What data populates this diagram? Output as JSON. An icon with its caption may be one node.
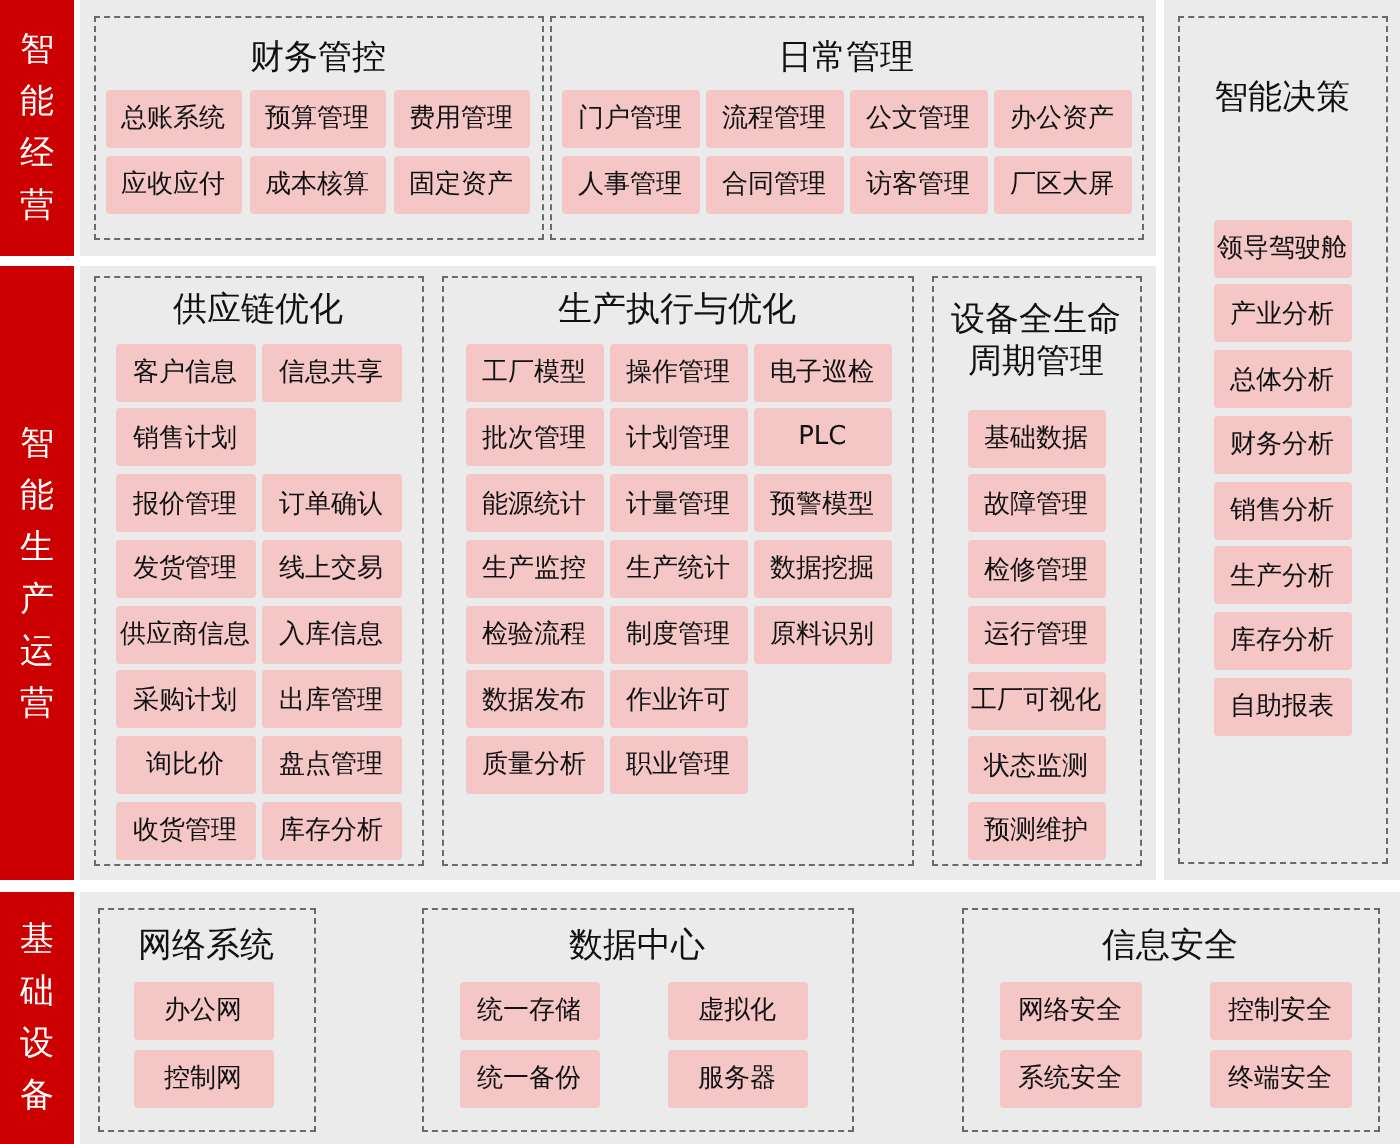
{
  "diagram": {
    "nodes": [
      {
        "text": [
          "智能经营"
        ]
      },
      {
        "text": [
          "财务管控"
        ]
      },
      {
        "text": [
          "总账系统"
        ],
        "in": 1
      },
      {
        "text": [
          "预算管理"
        ],
        "in": 1
      },
      {
        "text": [
          "费用管理"
        ],
        "in": 1
      },
      {
        "text": [
          "应收应付"
        ],
        "in": 1
      },
      {
        "text": [
          "成本核算"
        ],
        "in": 1
      },
      {
        "text": [
          "固定资产"
        ],
        "in": 1
      },
      {
        "text": [
          "日常管理"
        ]
      },
      {
        "text": [
          "门户管理"
        ],
        "in": 8
      },
      {
        "text": [
          "流程管理"
        ],
        "in": 8
      },
      {
        "text": [
          "公文管理"
        ],
        "in": 8
      },
      {
        "text": [
          "办公资产"
        ],
        "in": 8
      },
      {
        "text": [
          "人事管理"
        ],
        "in": 8
      },
      {
        "text": [
          "合同管理"
        ],
        "in": 8
      },
      {
        "text": [
          "访客管理"
        ],
        "in": 8
      },
      {
        "text": [
          "厂区大屏"
        ],
        "in": 8
      },
      {
        "text": [
          "智能决策"
        ]
      },
      {
        "text": [
          "领导驾驶舱"
        ],
        "in": 17
      },
      {
        "text": [
          "产业分析"
        ],
        "in": 17
      },
      {
        "text": [
          "总体分析"
        ],
        "in": 17
      },
      {
        "text": [
          "财务分析"
        ],
        "in": 17
      },
      {
        "text": [
          "销售分析"
        ],
        "in": 17
      },
      {
        "text": [
          "生产分析"
        ],
        "in": 17
      },
      {
        "text": [
          "库存分析"
        ],
        "in": 17
      },
      {
        "text": [
          "自助报表"
        ],
        "in": 17
      },
      {
        "text": [
          "智能生产运营"
        ]
      },
      {
        "text": [
          "供应链优化"
        ]
      },
      {
        "text": [
          "客户信息"
        ],
        "in": 27
      },
      {
        "text": [
          "信息共享"
        ],
        "in": 27
      },
      {
        "text": [
          "销售计划"
        ],
        "in": 27
      },
      {
        "text": [
          "报价管理"
        ],
        "in": 27
      },
      {
        "text": [
          "订单确认"
        ],
        "in": 27
      },
      {
        "text": [
          "发货管理"
        ],
        "in": 27
      },
      {
        "text": [
          "线上交易"
        ],
        "in": 27
      },
      {
        "text": [
          "供应商信息"
        ],
        "in": 27
      },
      {
        "text": [
          "入库信息"
        ],
        "in": 27
      },
      {
        "text": [
          "采购计划"
        ],
        "in": 27
      },
      {
        "text": [
          "出库管理"
        ],
        "in": 27
      },
      {
        "text": [
          "询比价"
        ],
        "in": 27
      },
      {
        "text": [
          "盘点管理"
        ],
        "in": 27
      },
      {
        "text": [
          "收货管理"
        ],
        "in": 27
      },
      {
        "text": [
          "库存分析"
        ],
        "in": 27
      },
      {
        "text": [
          "生产执行与优化"
        ]
      },
      {
        "text": [
          "工厂模型"
        ],
        "in": 43
      },
      {
        "text": [
          "操作管理"
        ],
        "in": 43
      },
      {
        "text": [
          "电子巡检"
        ],
        "in": 43
      },
      {
        "text": [
          "批次管理"
        ],
        "in": 43
      },
      {
        "text": [
          "计划管理"
        ],
        "in": 43
      },
      {
        "text": [
          "PLC"
        ],
        "in": 43
      },
      {
        "text": [
          "能源统计"
        ],
        "in": 43
      },
      {
        "text": [
          "计量管理"
        ],
        "in": 43
      },
      {
        "text": [
          "预警模型"
        ],
        "in": 43
      },
      {
        "text": [
          "生产监控"
        ],
        "in": 43
      },
      {
        "text": [
          "生产统计"
        ],
        "in": 43
      },
      {
        "text": [
          "数据挖掘"
        ],
        "in": 43
      },
      {
        "text": [
          "检验流程"
        ],
        "in": 43
      },
      {
        "text": [
          "制度管理"
        ],
        "in": 43
      },
      {
        "text": [
          "原料识别"
        ],
        "in": 43
      },
      {
        "text": [
          "数据发布"
        ],
        "in": 43
      },
      {
        "text": [
          "作业许可"
        ],
        "in": 43
      },
      {
        "text": [
          "质量分析"
        ],
        "in": 43
      },
      {
        "text": [
          "职业管理"
        ],
        "in": 43
      },
      {
        "text": [
          "设备全生命周期管理"
        ]
      },
      {
        "text": [
          "基础数据"
        ],
        "in": 63
      },
      {
        "text": [
          "故障管理"
        ],
        "in": 63
      },
      {
        "text": [
          "检修管理"
        ],
        "in": 63
      },
      {
        "text": [
          "运行管理"
        ],
        "in": 63
      },
      {
        "text": [
          "工厂可视化"
        ],
        "in": 63
      },
      {
        "text": [
          "状态监测"
        ],
        "in": 63
      },
      {
        "text": [
          "预测维护"
        ],
        "in": 63
      },
      {
        "text": [
          "基础设备"
        ]
      },
      {
        "text": [
          "网络系统"
        ]
      },
      {
        "text": [
          "办公网"
        ],
        "in": 72
      },
      {
        "text": [
          "控制网"
        ],
        "in": 72
      },
      {
        "text": [
          "数据中心"
        ]
      },
      {
        "text": [
          "统一存储"
        ],
        "in": 75
      },
      {
        "text": [
          "虚拟化"
        ],
        "in": 75
      },
      {
        "text": [
          "统一备份"
        ],
        "in": 75
      },
      {
        "text": [
          "服务器"
        ],
        "in": 75
      },
      {
        "text": [
          "信息安全"
        ]
      },
      {
        "text": [
          "网络安全"
        ],
        "in": 80
      },
      {
        "text": [
          "控制安全"
        ],
        "in": 80
      },
      {
        "text": [
          "系统安全"
        ],
        "in": 80
      },
      {
        "text": [
          "终端安全"
        ],
        "in": 80
      }
    ]
  }
}
